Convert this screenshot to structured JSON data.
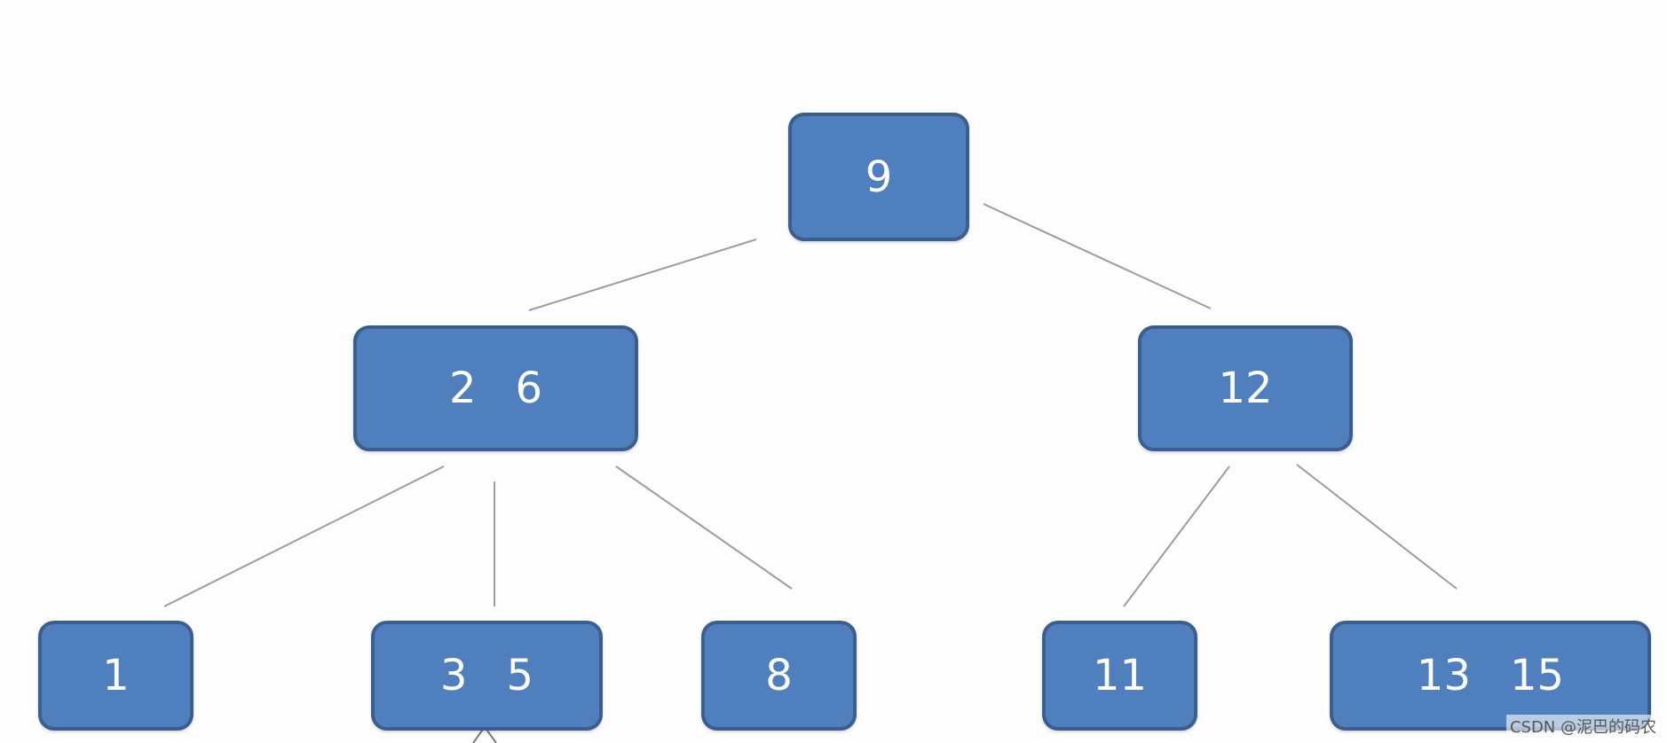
{
  "tree": {
    "root": {
      "keys": [
        "9"
      ]
    },
    "level1": [
      {
        "keys": [
          "2",
          "6"
        ]
      },
      {
        "keys": [
          "12"
        ]
      }
    ],
    "level2": [
      {
        "keys": [
          "1"
        ]
      },
      {
        "keys": [
          "3",
          "5"
        ]
      },
      {
        "keys": [
          "8"
        ]
      },
      {
        "keys": [
          "11"
        ]
      },
      {
        "keys": [
          "13",
          "15"
        ]
      }
    ]
  },
  "colors": {
    "node_fill": "#4f7fbd",
    "node_border": "#3a5f8f",
    "node_text": "#ffffff",
    "edge": "#9c9c9c",
    "background": "#fdfdfd"
  },
  "watermark": "CSDN @泥巴的码农",
  "icons": [
    "arrow-up-icon"
  ]
}
